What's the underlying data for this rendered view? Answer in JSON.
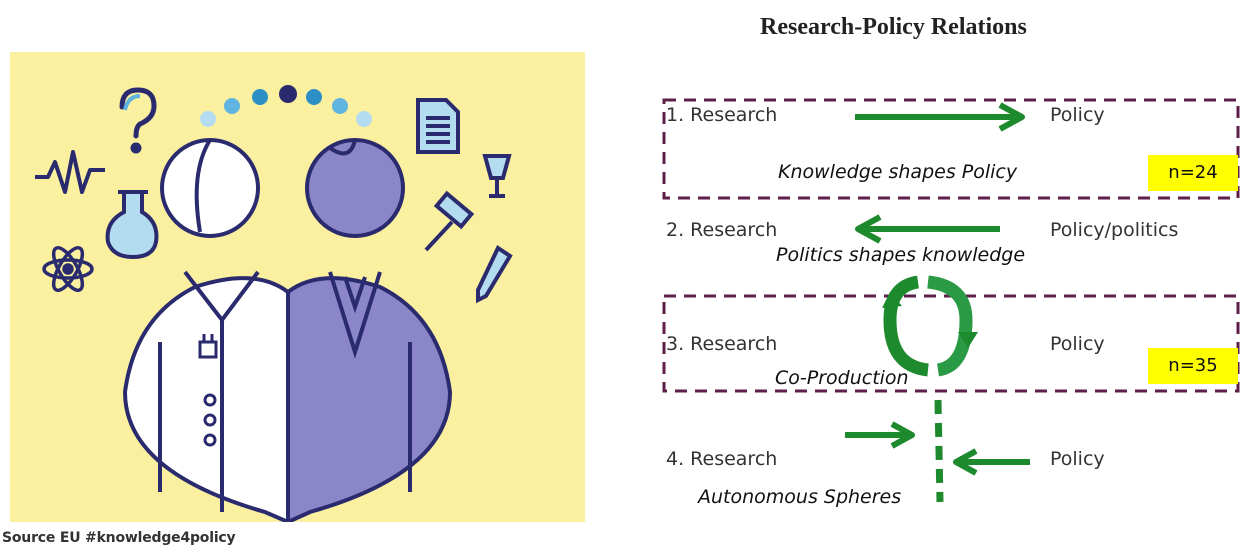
{
  "title": "Research-Policy Relations",
  "caption": "Source EU #knowledge4policy",
  "rows": [
    {
      "left": "1. Research",
      "right": "Policy",
      "desc": "Knowledge shapes Policy",
      "n": "n=24"
    },
    {
      "left": "2. Research",
      "right": "Policy/politics",
      "desc": "Politics shapes knowledge"
    },
    {
      "left": "3. Research",
      "right": "Policy",
      "desc": "Co-Production",
      "n": "n=35"
    },
    {
      "left": "4. Research",
      "right": "Policy",
      "desc": "Autonomous Spheres"
    }
  ],
  "colors": {
    "arrow": "#1e8a2e",
    "box": "#5c1f4a",
    "highlight": "#ffff00",
    "illustration_bg": "#faf0a0",
    "figure_purple": "#8a86c8",
    "figure_outline": "#2a2a6e"
  }
}
